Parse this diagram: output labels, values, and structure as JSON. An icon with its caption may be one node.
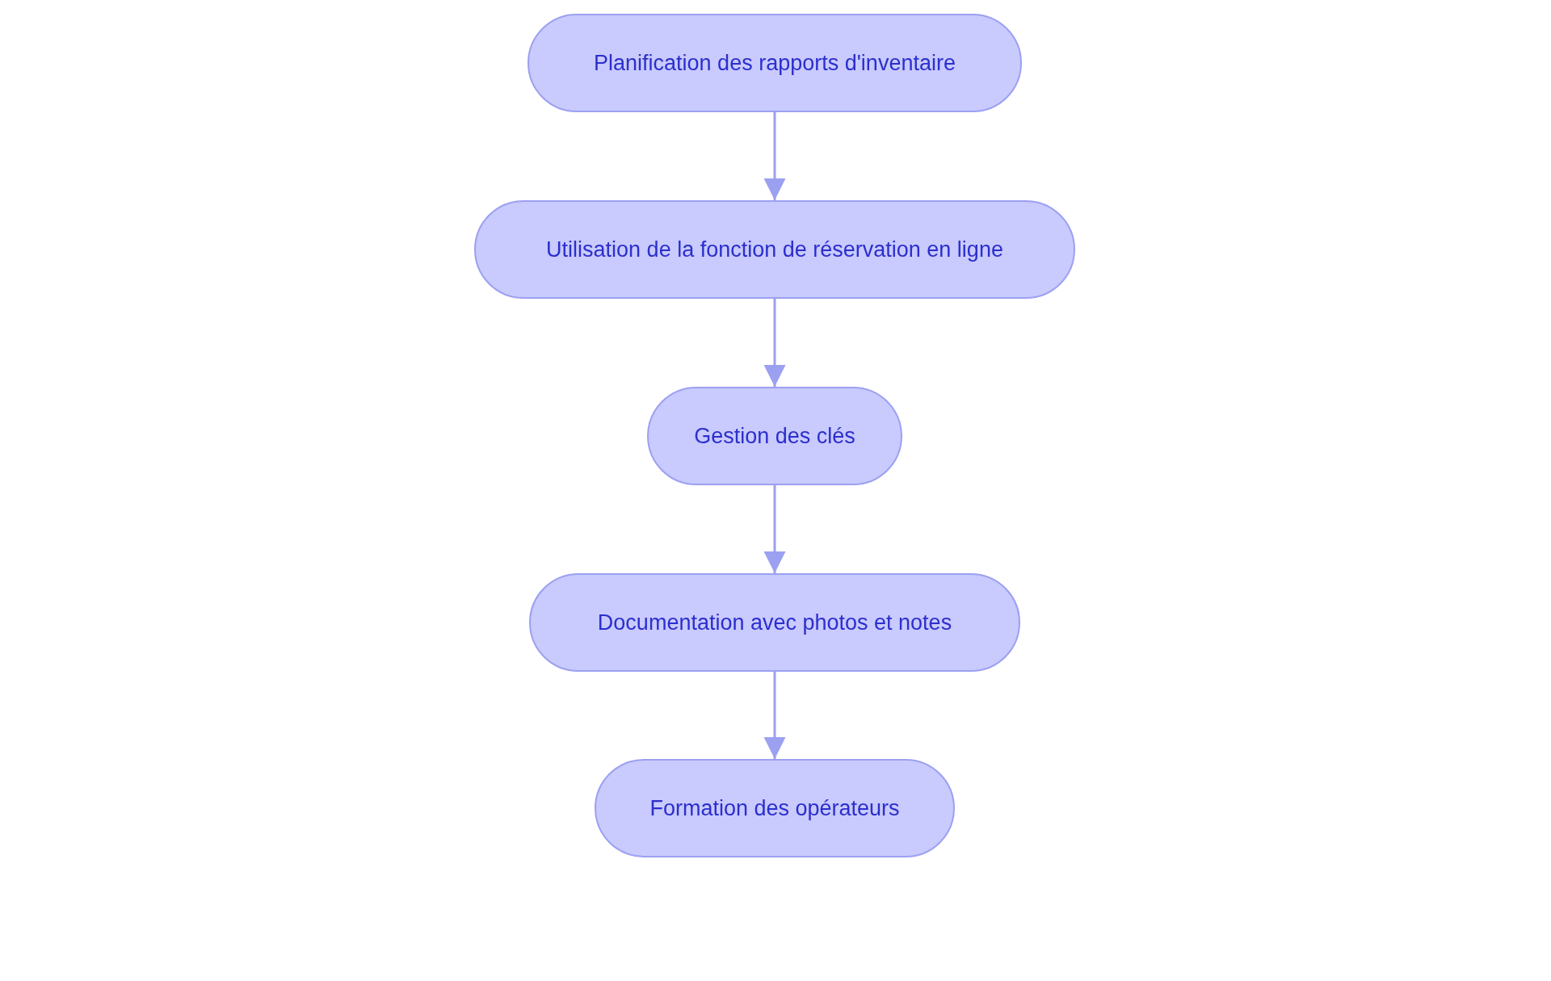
{
  "diagram": {
    "nodes": [
      {
        "text": [
          "Planification des rapports d'inventaire"
        ]
      },
      {
        "text": [
          "Utilisation de la fonction de réservation en ligne"
        ]
      },
      {
        "text": [
          "Gestion des clés"
        ]
      },
      {
        "text": [
          "Documentation avec photos et notes"
        ]
      },
      {
        "text": [
          "Formation des opérateurs"
        ]
      }
    ],
    "edges": [
      {
        "from": 0,
        "to": 1,
        "arrow": "to"
      },
      {
        "from": 1,
        "to": 2,
        "arrow": "to"
      },
      {
        "from": 2,
        "to": 3,
        "arrow": "to"
      },
      {
        "from": 3,
        "to": 4,
        "arrow": "to"
      }
    ]
  }
}
